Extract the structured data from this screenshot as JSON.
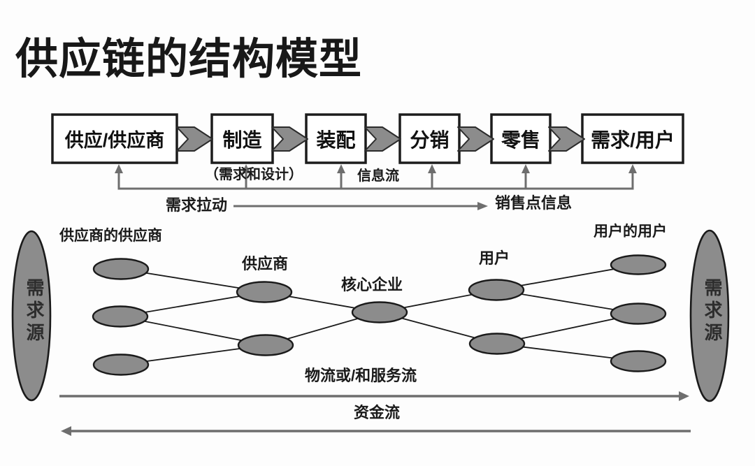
{
  "title": "供应链的结构模型",
  "flow": {
    "boxes": [
      {
        "label": "供应/供应商"
      },
      {
        "label": "制造"
      },
      {
        "label": "装配"
      },
      {
        "label": "分销"
      },
      {
        "label": "零售"
      },
      {
        "label": "需求/用户"
      }
    ],
    "design_note": "（需求和设计）",
    "info_flow_label": "信息流",
    "demand_pull_label": "需求拉动",
    "pos_info_label": "销售点信息"
  },
  "network": {
    "left_source": "需求源",
    "right_source": "需求源",
    "tier_labels": {
      "suppliers_supplier": "供应商的供应商",
      "supplier": "供应商",
      "core": "核心企业",
      "user": "用户",
      "users_user": "用户的用户"
    },
    "structure": {
      "tiers": [
        "供应商的供应商",
        "供应商",
        "核心企业",
        "用户",
        "用户的用户"
      ],
      "nodes_per_tier": [
        3,
        2,
        1,
        2,
        3
      ]
    }
  },
  "flows": {
    "logistics": "物流或/和服务流",
    "capital": "资金流"
  },
  "colors": {
    "node_fill": "#8c8c8c",
    "outline": "#1c1c1c",
    "flow_line": "#6e6e6e",
    "background": "#fdfdfd"
  }
}
